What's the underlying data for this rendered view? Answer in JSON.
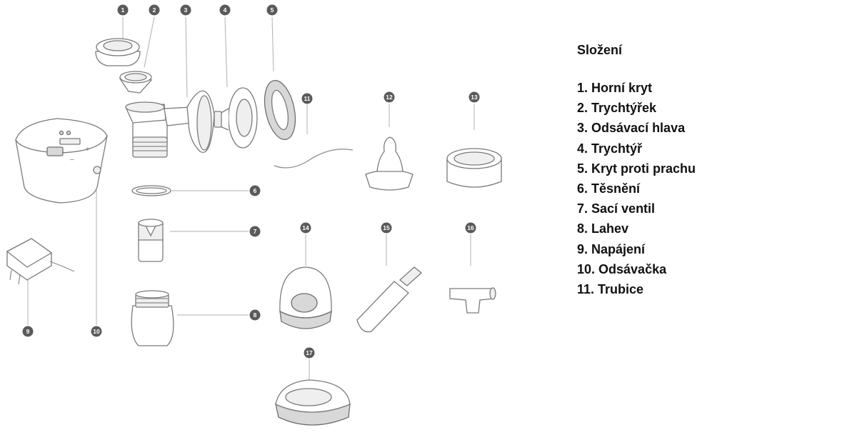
{
  "legend": {
    "title": "Složení",
    "items": [
      "1. Horní kryt",
      "2. Trychtýřek",
      "3. Odsávací hlava",
      "4. Trychtýř",
      "5. Kryt proti prachu",
      "6. Těsnění",
      "7. Sací ventil",
      "8. Lahev",
      "9. Napájení",
      "10. Odsávačka",
      "11. Trubice"
    ]
  },
  "callouts": [
    "1",
    "2",
    "3",
    "4",
    "5",
    "6",
    "7",
    "8",
    "9",
    "10",
    "11",
    "12",
    "13",
    "14",
    "15",
    "16",
    "17"
  ],
  "colors": {
    "line": "#888888",
    "callout": "#5a5a5a",
    "text": "#111111"
  }
}
